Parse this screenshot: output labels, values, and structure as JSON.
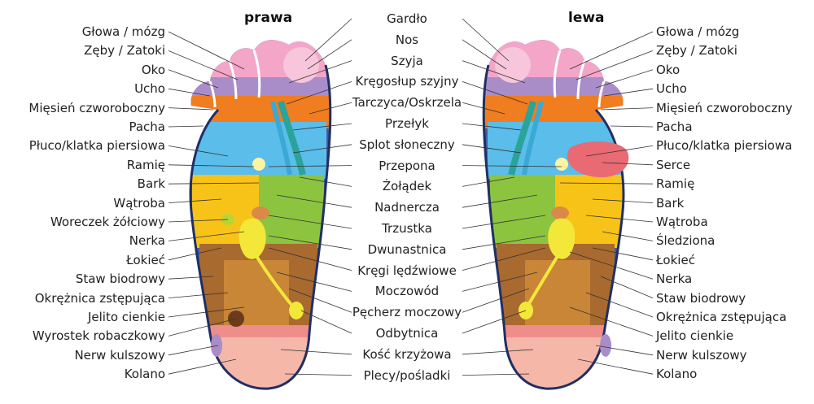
{
  "headers": {
    "right_foot": "prawa",
    "left_foot": "lewa"
  },
  "left_labels": [
    "Głowa / mózg",
    "Zęby / Zatoki",
    "Oko",
    "Ucho",
    "Mięsień czworoboczny",
    "Pacha",
    "Płuco/klatka piersiowa",
    "Ramię",
    "Bark",
    "Wątroba",
    "Woreczek żółciowy",
    "Nerka",
    "Łokieć",
    "Staw biodrowy",
    "Okrężnica zstępująca",
    "Jelito cienkie",
    "Wyrostek robaczkowy",
    "Nerw kulszowy",
    "Kolano"
  ],
  "center_labels": [
    "Gardło",
    "Nos",
    "Szyja",
    "Kręgosłup szyjny",
    "Tarczyca/Oskrzela",
    "Przełyk",
    "Splot słoneczny",
    "Przepona",
    "Żołądek",
    "Nadnercza",
    "Trzustka",
    "Dwunastnica",
    "Kręgi lędźwiowe",
    "Moczowód",
    "Pęcherz moczowy",
    "Odbytnica",
    "Kość krzyżowa",
    "Plecy/pośladki"
  ],
  "right_labels": [
    "Głowa / mózg",
    "Zęby / Zatoki",
    "Oko",
    "Ucho",
    "Mięsień czworoboczny",
    "Pacha",
    "Płuco/klatka piersiowa",
    "Serce",
    "Ramię",
    "Bark",
    "Wątroba",
    "Śledziona",
    "Łokieć",
    "Nerka",
    "Staw biodrowy",
    "Okrężnica zstępująca",
    "Jelito cienkie",
    "Nerw kulszowy",
    "Kolano"
  ],
  "colors": {
    "toe_pink": "#f3a6c8",
    "toe_purple": "#a98dc9",
    "orange": "#f07d1f",
    "light_blue": "#5bbde9",
    "yellow": "#f8c318",
    "green": "#8cc43f",
    "brown": "#a86a2f",
    "heel_pink": "#f5b7a8",
    "dark_blue": "#3d5fa8",
    "heart_red": "#e96a73",
    "spine_teal": "#2aa39a",
    "bladder_yellow": "#f3e83a"
  }
}
